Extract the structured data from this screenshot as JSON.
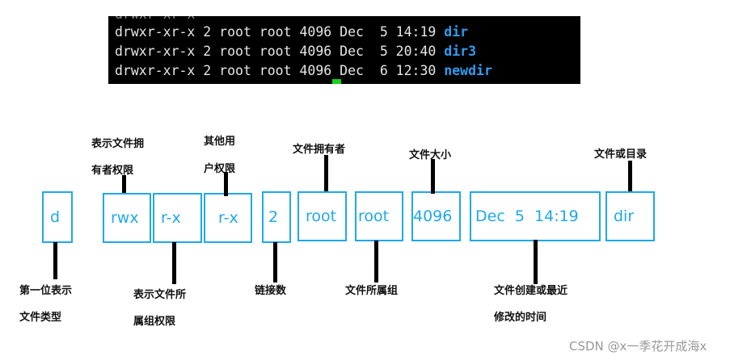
{
  "terminal": {
    "partial_top": "drwxr-xr-x",
    "lines": [
      {
        "prefix": "drwxr-xr-x 2 root root 4096 Dec  5 14:19 ",
        "name": "dir"
      },
      {
        "prefix": "drwxr-xr-x 2 root root 4096 Dec  5 20:40 ",
        "name": "dir3"
      },
      {
        "prefix": "drwxr-xr-x 2 root root 4096 Dec  6 12:30 ",
        "name": "newdir"
      }
    ],
    "colors": {
      "background": "#000000",
      "text": "#e6e6e6",
      "dir_name": "#2f9cf0",
      "cursor": "#19d219"
    }
  },
  "fields": [
    "d",
    "rwx",
    "r-x",
    "r-x",
    "2",
    "root",
    "root",
    "4096",
    "Dec  5  14:19",
    "dir"
  ],
  "labels": {
    "owner_perm_1": "表示文件拥",
    "owner_perm_2": "有者权限",
    "other_perm_1": "其他用",
    "other_perm_2": "户权限",
    "owner": "文件拥有者",
    "size": "文件大小",
    "name": "文件或目录",
    "type_1": "第一位表示",
    "type_2": "文件类型",
    "group_perm_1": "表示文件所",
    "group_perm_2": "属组权限",
    "links": "链接数",
    "group": "文件所属组",
    "time_1": "文件创建或最近",
    "time_2": "修改的时间"
  },
  "box_color": "#1fa8ec",
  "watermark": "CSDN @x一季花开成海x"
}
